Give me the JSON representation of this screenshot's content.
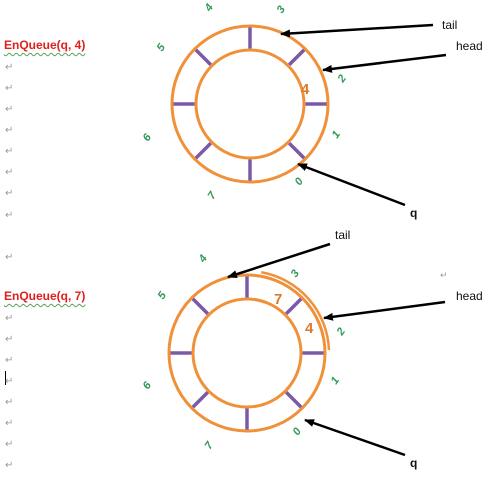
{
  "paragraph_mark": "↵",
  "colors": {
    "ring": "#f0913a",
    "slot_divider": "#7a5aa6",
    "index": "#2f9a55",
    "value": "#d97a2c",
    "title": "#e02020",
    "pointer": "#000000"
  },
  "diagrams": [
    {
      "title": "EnQueue(q, 4)",
      "slot_labels": [
        "0",
        "1",
        "2",
        "3",
        "4",
        "5",
        "6",
        "7"
      ],
      "values": [
        {
          "slot": 2,
          "text": "4"
        }
      ],
      "pointers": {
        "tail": "tail",
        "head": "head",
        "q": "q"
      },
      "tail_slot": 3,
      "head_slot": 2
    },
    {
      "title": "EnQueue(q, 7)",
      "slot_labels": [
        "0",
        "1",
        "2",
        "3",
        "4",
        "5",
        "6",
        "7"
      ],
      "values": [
        {
          "slot": 2,
          "text": "4"
        },
        {
          "slot": 3,
          "text": "7"
        }
      ],
      "pointers": {
        "tail": "tail",
        "head": "head",
        "q": "q"
      },
      "tail_slot": 4,
      "head_slot": 2
    }
  ]
}
